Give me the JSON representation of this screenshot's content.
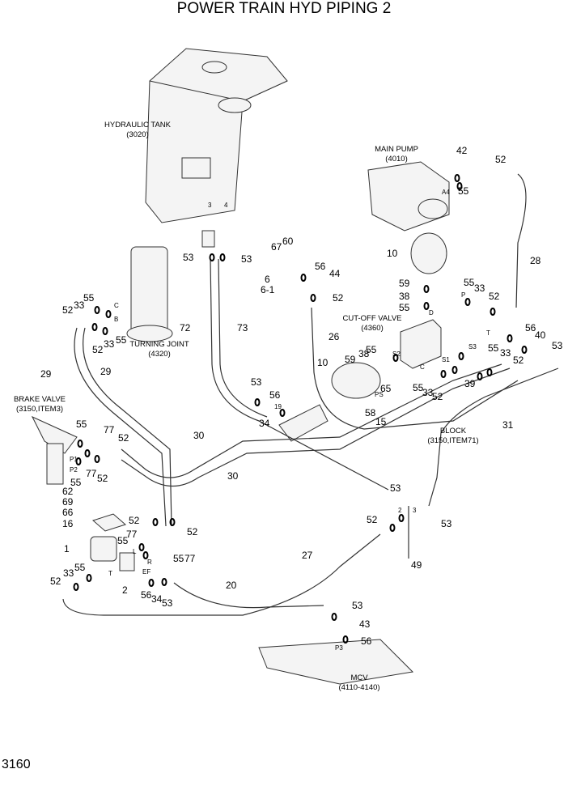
{
  "title": "POWER TRAIN HYD PIPING 2",
  "page_number": "3160",
  "captions": [
    [
      "HYDRAULIC TANK",
      "(3020)"
    ],
    [
      "MAIN PUMP",
      "(4010)"
    ],
    [
      "CUT-OFF VALVE",
      "(4360)"
    ],
    [
      "TURNING JOINT",
      "(4320)"
    ],
    [
      "BRAKE VALVE",
      "(3150,ITEM3)"
    ],
    [
      "BLOCK",
      "(3150,ITEM71)"
    ],
    [
      "MCV",
      "(4110-4140)"
    ]
  ],
  "callouts": [
    "42",
    "52",
    "55",
    "28",
    "10",
    "67",
    "60",
    "6",
    "6-1",
    "56",
    "44",
    "52",
    "53",
    "53",
    "59",
    "38",
    "55",
    "55",
    "33",
    "52",
    "26",
    "72",
    "73",
    "56",
    "40",
    "53",
    "10",
    "59",
    "38",
    "55",
    "55",
    "33",
    "52",
    "39",
    "65",
    "55",
    "33",
    "52",
    "58",
    "15",
    "31",
    "53",
    "56",
    "34",
    "55",
    "33",
    "52",
    "33",
    "52",
    "55",
    "29",
    "29",
    "55",
    "77",
    "52",
    "55",
    "77",
    "52",
    "30",
    "30",
    "62",
    "69",
    "66",
    "16",
    "1",
    "52",
    "52",
    "77",
    "55",
    "55",
    "77",
    "55",
    "33",
    "52",
    "2",
    "56",
    "34",
    "53",
    "53",
    "52",
    "53",
    "49",
    "27",
    "20",
    "53",
    "43",
    "56"
  ],
  "port_labels": [
    "3",
    "4",
    "A4",
    "D",
    "P",
    "T",
    "S2",
    "S3",
    "S1",
    "C",
    "PS",
    "19",
    "C",
    "B",
    "P1",
    "P2",
    "L",
    "R",
    "T",
    "EF",
    "2",
    "3",
    "P3"
  ]
}
